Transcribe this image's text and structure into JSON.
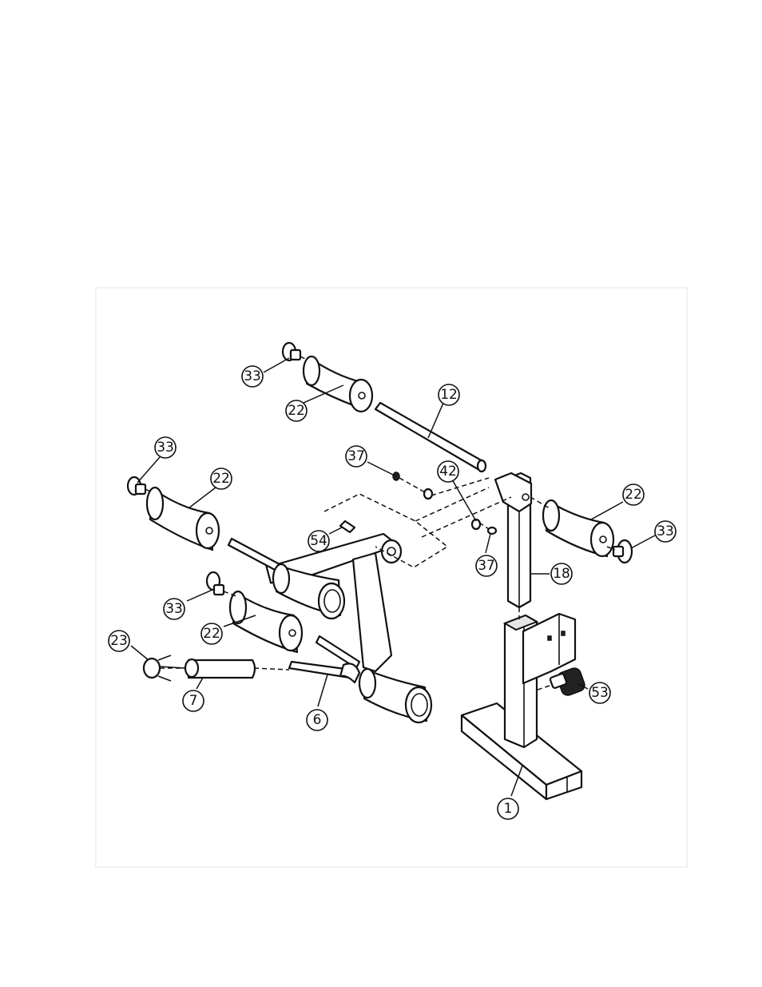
{
  "diagram": {
    "callouts": [
      {
        "id": "c-33-top",
        "label": "33"
      },
      {
        "id": "c-22-top",
        "label": "22"
      },
      {
        "id": "c-12",
        "label": "12"
      },
      {
        "id": "c-37-upper",
        "label": "37"
      },
      {
        "id": "c-42",
        "label": "42"
      },
      {
        "id": "c-33-left",
        "label": "33"
      },
      {
        "id": "c-22-left",
        "label": "22"
      },
      {
        "id": "c-54",
        "label": "54"
      },
      {
        "id": "c-37-lower",
        "label": "37"
      },
      {
        "id": "c-22-right",
        "label": "22"
      },
      {
        "id": "c-33-right",
        "label": "33"
      },
      {
        "id": "c-18",
        "label": "18"
      },
      {
        "id": "c-33-mid",
        "label": "33"
      },
      {
        "id": "c-22-mid",
        "label": "22"
      },
      {
        "id": "c-23",
        "label": "23"
      },
      {
        "id": "c-7",
        "label": "7"
      },
      {
        "id": "c-6",
        "label": "6"
      },
      {
        "id": "c-53",
        "label": "53"
      },
      {
        "id": "c-1",
        "label": "1"
      }
    ]
  }
}
